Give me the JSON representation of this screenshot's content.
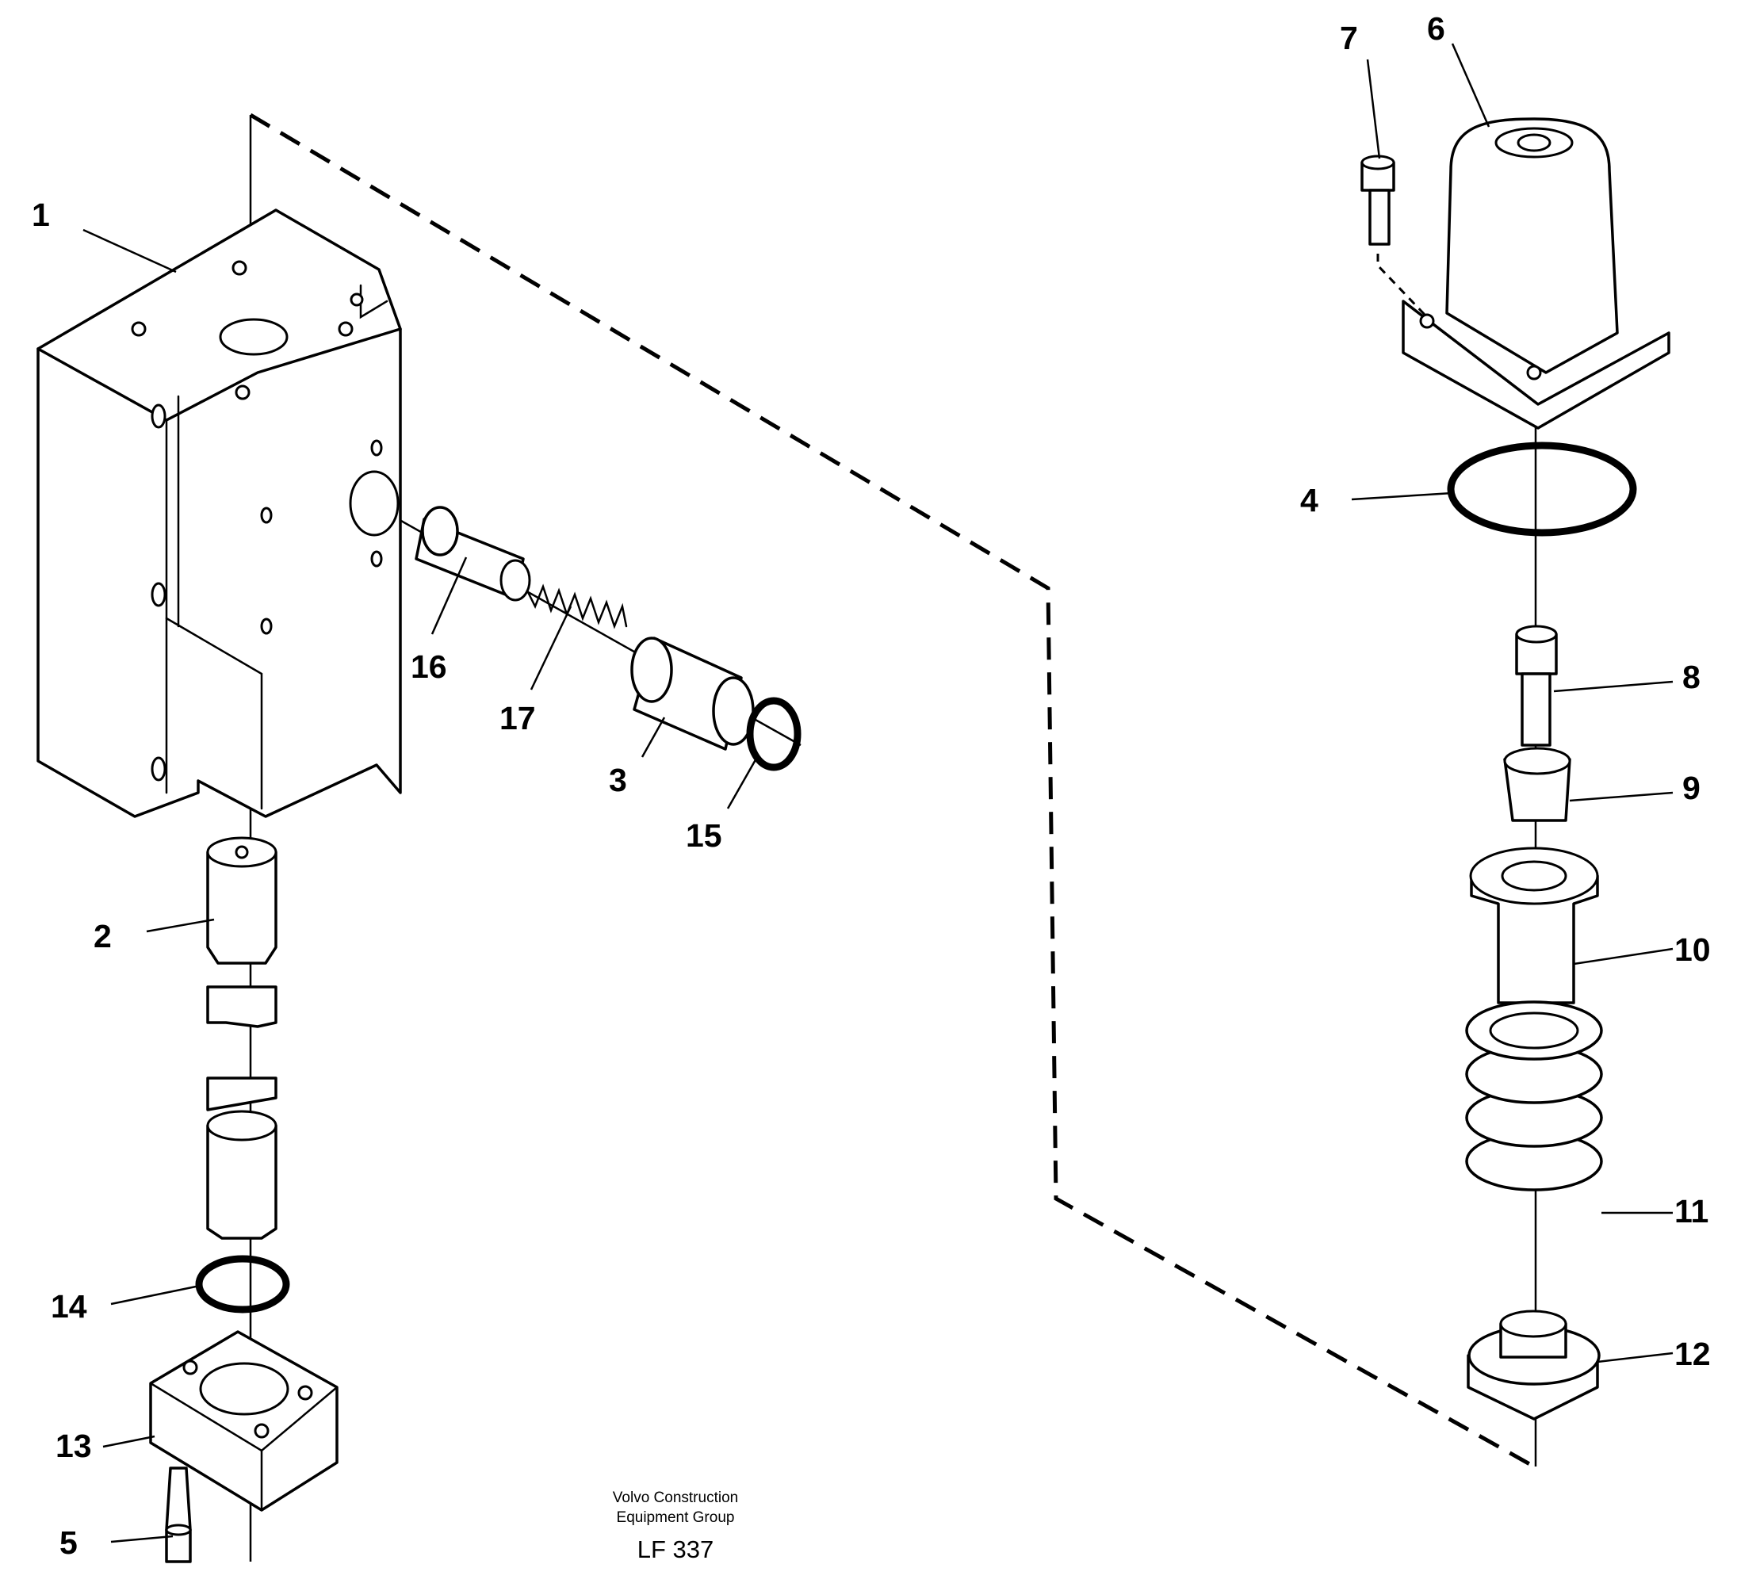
{
  "callouts": [
    "1",
    "2",
    "3",
    "4",
    "5",
    "6",
    "7",
    "8",
    "9",
    "10",
    "11",
    "12",
    "13",
    "14",
    "15",
    "16",
    "17"
  ],
  "caption": {
    "line1": "Volvo Construction",
    "line2": "Equipment Group",
    "code": "LF 337"
  }
}
